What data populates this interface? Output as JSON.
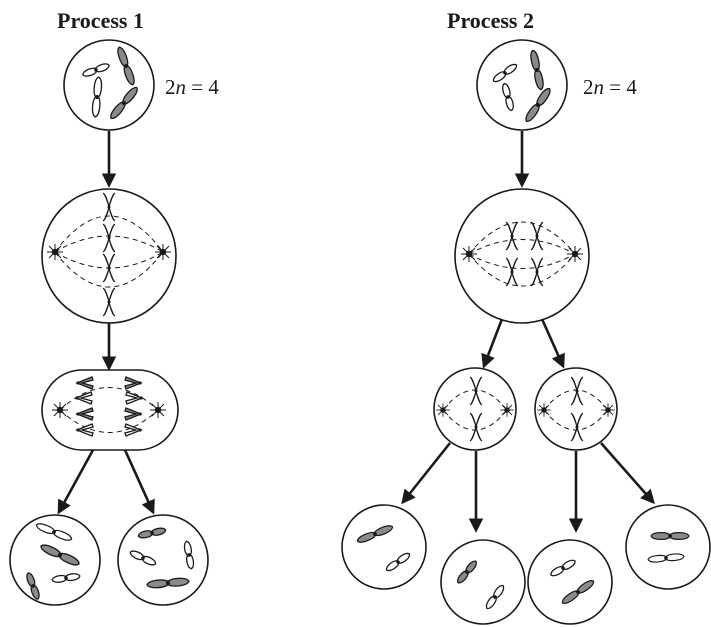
{
  "process1": {
    "title": "Process 1",
    "ploidy_prefix": "2",
    "ploidy_var": "n",
    "ploidy_suffix": " = 4"
  },
  "process2": {
    "title": "Process 2",
    "ploidy_prefix": "2",
    "ploidy_var": "n",
    "ploidy_suffix": " = 4"
  },
  "colors": {
    "line": "#1a1a1a",
    "shaded_chromosome": "#8a8a8a",
    "unshaded_chromosome": "#ffffff"
  }
}
